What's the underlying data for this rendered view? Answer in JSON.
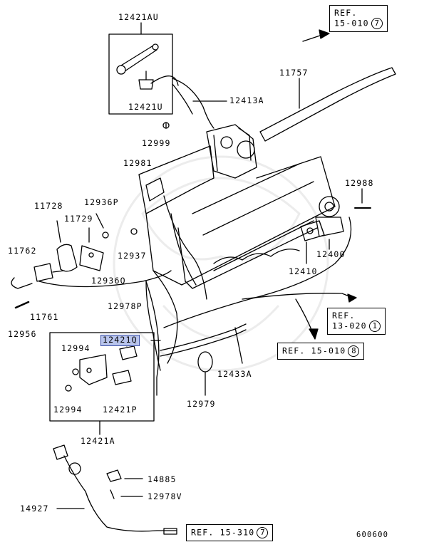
{
  "labels": {
    "p12421AU": "12421AU",
    "p12421U": "12421U",
    "p12413A": "12413A",
    "p11757": "11757",
    "p12999": "12999",
    "p12981": "12981",
    "p12988": "12988",
    "p11728": "11728",
    "p12936P": "12936P",
    "p11729": "11729",
    "p11762": "11762",
    "p12937": "12937",
    "p12400": "12400",
    "p12410": "12410",
    "p12936Q": "12936Q",
    "p11761": "11761",
    "p12978P": "12978P",
    "p12956": "12956",
    "p12421Q": "12421Q",
    "p12994a": "12994",
    "p12994b": "12994",
    "p12421P": "12421P",
    "p12433A": "12433A",
    "p12979": "12979",
    "p12421A": "12421A",
    "p14885": "14885",
    "p12978V": "12978V",
    "p14927": "14927"
  },
  "refs": {
    "r1_text": "REF.",
    "r1_sub": "15-010",
    "r1_num": "7",
    "r2_text": "REF.",
    "r2_sub": "13-020",
    "r2_num": "1",
    "r3_text": "REF. 15-010",
    "r3_num": "8",
    "r4_text": "REF. 15-310",
    "r4_num": "7"
  },
  "footer_code": "600600",
  "highlight_color": "#b8c4ec"
}
